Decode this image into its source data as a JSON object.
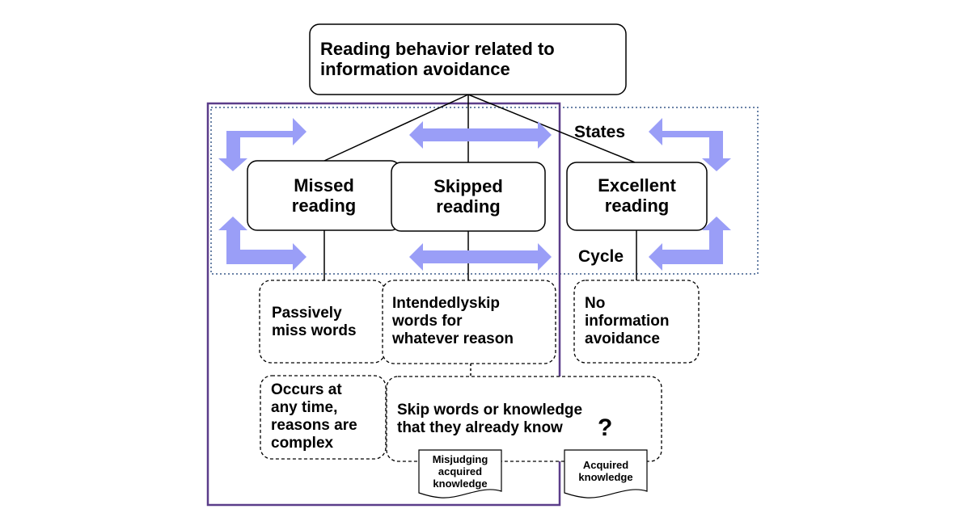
{
  "title": "Reading behavior related to\ninformation avoidance",
  "nodes": {
    "missed": "Missed\nreading",
    "skipped": "Skipped\nreading",
    "excellent": "Excellent\nreading"
  },
  "notes": {
    "passive": "Passively\nmiss words",
    "intended": "Intendedlyskip\nwords for\nwhatever reason",
    "no_avoidance": "No\ninformation\navoidance",
    "occurs": "Occurs at\nany time,\nreasons are\ncomplex",
    "skip_known": "Skip words or knowledge\nthat they already know",
    "question_mark": "?"
  },
  "documents": {
    "misjudging": "Misjudging\nacquired\nknowledge",
    "acquired": "Acquired\nknowledge"
  },
  "labels": {
    "states": "States",
    "cycle": "Cycle"
  },
  "colors": {
    "arrow_fill": "#9a9ef7",
    "frame": "#5b3d8a",
    "dotted_frame": "#3a5a8a"
  }
}
